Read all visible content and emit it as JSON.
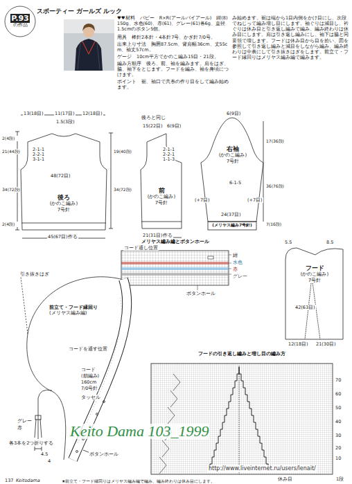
{
  "diagram": {
    "title": "スポーティー ガールズ ルック",
    "nodes": [
      {
        "text": [
          "P.93",
          "の作品"
        ]
      },
      {
        "text": [
          "後ろ",
          "(かのこ編み)",
          "7号針"
        ]
      },
      {
        "text": [
          "前",
          "(かのこ編み)",
          "7号針"
        ]
      },
      {
        "text": [
          "右袖",
          "(かのこ編み)",
          "7号針"
        ]
      },
      {
        "text": [
          "(メリヤス編み7号針)"
        ],
        "in": 3
      },
      {
        "text": [
          "メリヤス編み編とボタンホール"
        ]
      },
      {
        "text": [
          "フード",
          "(かのこ編み)",
          "7号針"
        ]
      },
      {
        "text": [
          "前立て・フード縁回り",
          "(メリヤス編み編)"
        ]
      },
      {
        "text": [
          "フードの引き返し編みと増し目の編み方"
        ]
      }
    ],
    "labels": [
      "♥♥材料　パピー　R×R(アールバイアール)　紺(8)150g、水色(60)、赤(61)、グレー(61)各6g、直径1.5cmのボタン5個。",
      "用具　棒針2本針・4本針7号、かぎ針7/0号。",
      "出来上り寸法　胸囲87.5cm、背肩幅36cm、丈55cm、袖丈57cm。",
      "ゲージ　10cm平方でかのこ編み15目・21段。",
      "編み方順序　後ろ、前、袖を編みます。肩をはぎ、脇、袖下をとじます。フードを編み、袖を身頃につけます。",
      "ポイント　裾、袖口で共糸の作り目をして編み始めます。",
      "み始めます。裾は端から1目内側をかけ目にし、次段でねじって編み増し目にします。袖ぐりは減目し、衿ぐりは休み目と引き返し編みで編み、編み終わりは休み目にします。肩は引き返し編みにし、袖下は脇と同要領で増します。フードは休み目から目を拾い、図を参照して引き返し編みと減目をしながら編み、編み終わりは中表にして引き抜きはぎをします。前立て・フード縁回りはメリヤス編み編で編みます。",
      "13(18目)",
      "11(17目)",
      "12(18目)",
      "1.5(3段)",
      "2(4段)",
      "21(44段)",
      "34(72段)",
      "2(4段)",
      "48(72目)",
      "2-1-1",
      "2-2-1",
      "3-1-1",
      "45(67目)作る",
      "後ろと同じ",
      "15(22目)",
      "6(9目)",
      "19(40段)",
      "34(72段)",
      "2-1-1",
      "2-2-1",
      "1-1-3",
      "21(31目)作る",
      "6(9目)",
      "17(36段)",
      "36(76段)",
      "(+7目)",
      "(+7目)",
      "6-1-5",
      "24(37目)",
      "7(16段)",
      "コード通し位置",
      "紺",
      "水色",
      "赤",
      "グレー",
      "ボタンホール",
      "5.5",
      "8.5",
      "42(63目)",
      "12(18目)",
      "21(30目)",
      "引き抜きはぎ",
      "コードを通す位置",
      "コード",
      "(鎖編み)",
      "160cm",
      "7/0号針",
      "タッセル",
      "グレー",
      "赤",
      "各3本を2つ折りする",
      "4.5",
      "4",
      "ボタンホール",
      "70",
      "60",
      "50",
      "40",
      "30",
      "20",
      "10",
      "1段",
      "休み目",
      "★前立て・フード縁回りはメリヤス編み編で編み、編み終わりは休み目にします。",
      "137",
      "Keitodama",
      "Keito Dama 103_1999",
      "http://www.liveinternet.ru/users/lenait/"
    ]
  }
}
